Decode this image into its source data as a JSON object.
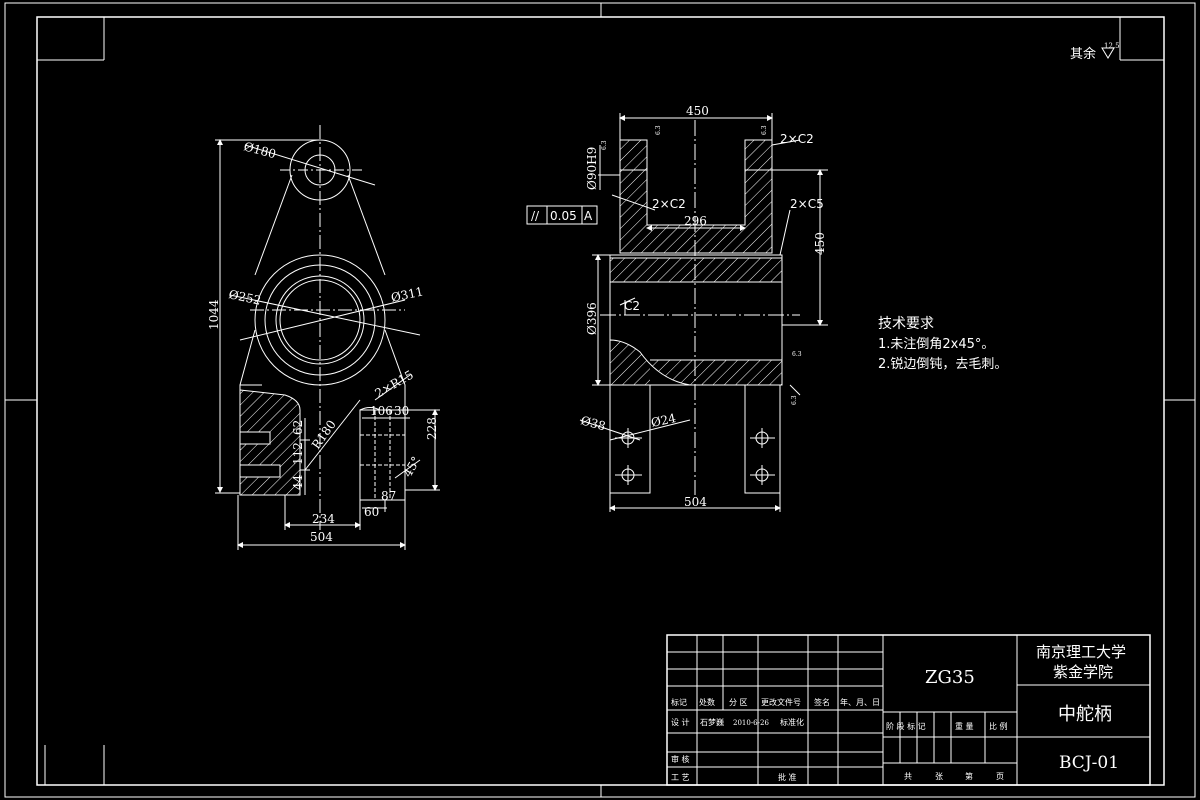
{
  "colors": {
    "background": "#000000",
    "lines": "#ffffff"
  },
  "roughness_note": {
    "label": "其余",
    "value": "12.5"
  },
  "left_view": {
    "dims": {
      "d180": "Ø180",
      "d252": "Ø252",
      "d311": "Ø311",
      "h1044": "1044",
      "r2x": "2×R15",
      "r180": "R180",
      "d62": "62",
      "d112": "112",
      "d44": "44",
      "d106": "106",
      "d30": "30",
      "d228": "228",
      "d234": "234",
      "d60": "60",
      "d87": "87",
      "d504": "504",
      "a45": "45°"
    }
  },
  "right_view": {
    "dims": {
      "d450_top": "450",
      "d296": "296",
      "d450_side": "450",
      "d396": "Ø396",
      "d504": "504",
      "d38": "Ø38",
      "d24": "Ø24",
      "d90": "Ø90H9",
      "c2a": "2×C2",
      "c2b": "2×C2",
      "c5": "2×C5",
      "c2": "C2",
      "ra1": "6.3",
      "ra2": "6.3",
      "ra3": "6.3",
      "ra4": "6.3",
      "ra5": "6.3"
    },
    "tolerance": {
      "symbol": "//",
      "value": "0.05",
      "datum": "A"
    }
  },
  "tech": {
    "title": "技术要求",
    "items": [
      "1.未注倒角2x45°。",
      "2.锐边倒钝，去毛刺。"
    ]
  },
  "title_block": {
    "material": "ZG35",
    "school_line1": "南京理工大学",
    "school_line2": "紫金学院",
    "part_name": "中舵柄",
    "drawing_no": "BCJ-01",
    "hdr": [
      "标记",
      "处数",
      "分 区",
      "更改文件号",
      "签名",
      "年、月、日"
    ],
    "design_label": "设 计",
    "designer": "石梦巍",
    "date": "2010-6-26",
    "std_label": "标准化",
    "stage_hdr": [
      "阶 段 标 记",
      "重 量",
      "比 例"
    ],
    "review_label": "审 核",
    "craft_label": "工 艺",
    "approve_label": "批 准",
    "sheets": [
      "共",
      "张",
      "第",
      "页"
    ]
  }
}
